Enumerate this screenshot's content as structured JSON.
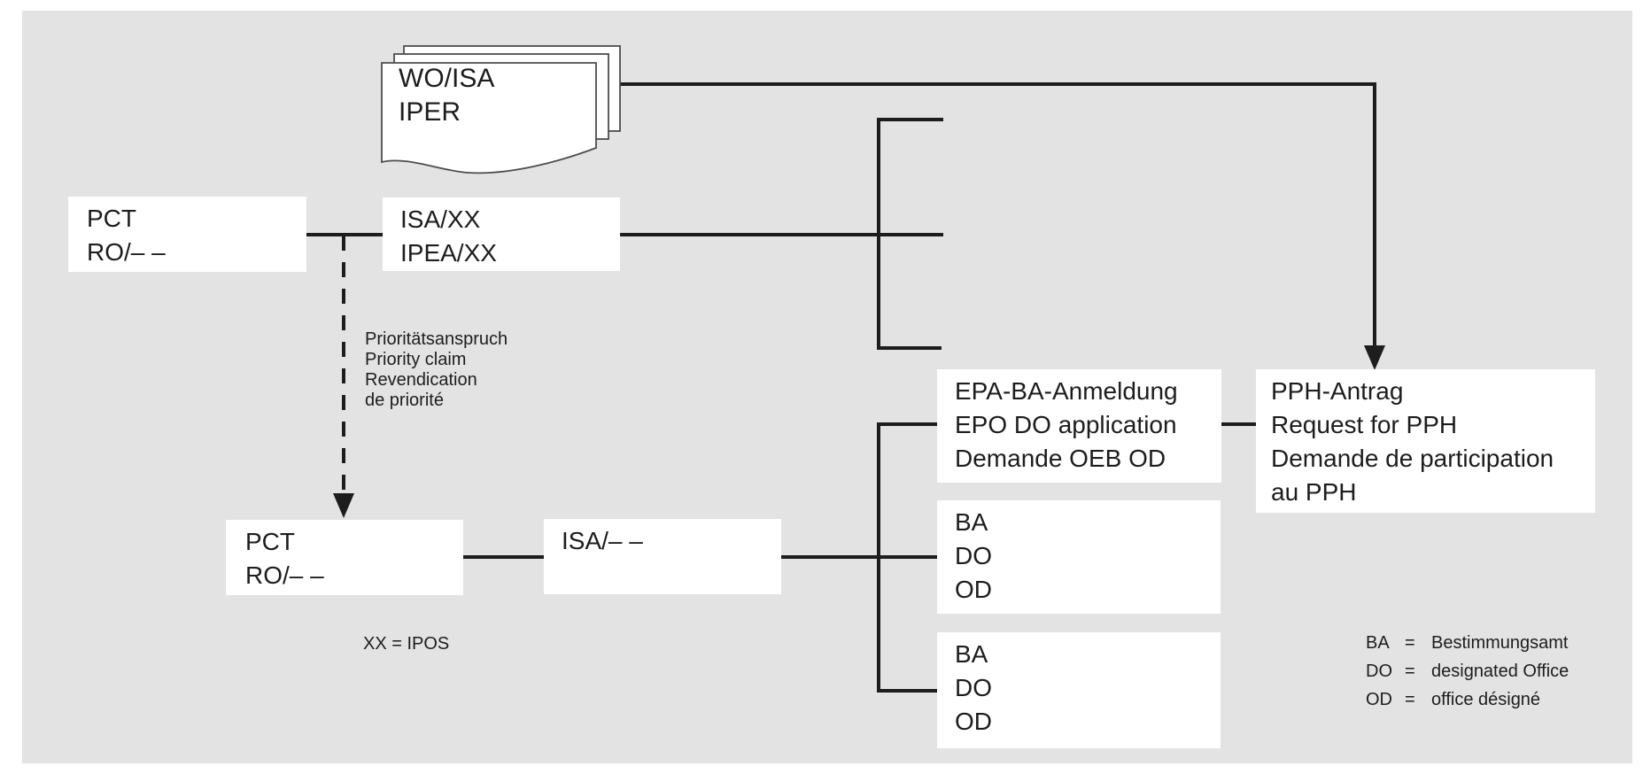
{
  "diagram": {
    "document_stack": {
      "lines": [
        "WO/ISA",
        "IPER"
      ]
    },
    "boxes": {
      "pct_ro_top": {
        "lines": [
          "PCT",
          "RO/– –"
        ]
      },
      "isa_ipea": {
        "lines": [
          "ISA/XX",
          "IPEA/XX"
        ]
      },
      "pct_ro_bottom": {
        "lines": [
          "PCT",
          "RO/– –"
        ]
      },
      "isa_bottom": {
        "lines": [
          "ISA/– –"
        ]
      },
      "epa_application": {
        "lines": [
          "EPA-BA-Anmeldung",
          "EPO DO application",
          "Demande OEB OD"
        ]
      },
      "ba_do_od_1": {
        "lines": [
          "BA",
          "DO",
          "OD"
        ]
      },
      "ba_do_od_2": {
        "lines": [
          "BA",
          "DO",
          "OD"
        ]
      },
      "pph_request": {
        "lines": [
          "PPH-Antrag",
          "Request for PPH",
          "Demande de participation",
          "au PPH"
        ]
      }
    },
    "labels": {
      "priority_claim": {
        "lines": [
          "Prioritätsanspruch",
          "Priority claim",
          "Revendication",
          "de priorité"
        ]
      },
      "xx_note": "XX = IPOS",
      "legend": [
        {
          "abbr": "BA",
          "eq": "=",
          "term": "Bestimmungsamt"
        },
        {
          "abbr": "DO",
          "eq": "=",
          "term": "designated Office"
        },
        {
          "abbr": "OD",
          "eq": "=",
          "term": "office désigné"
        }
      ]
    },
    "colors": {
      "background": "#e3e3e3",
      "line": "#1d1d1d",
      "box_fill": "#ffffff",
      "page_border": "#4d4d4d"
    }
  }
}
